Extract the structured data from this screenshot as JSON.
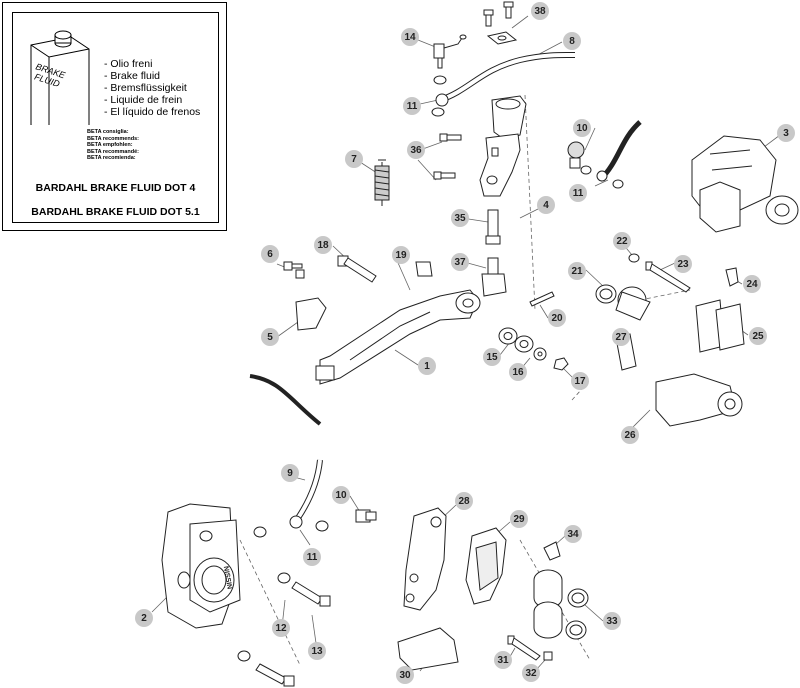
{
  "fluid_note": {
    "can_label_line1": "BRAKE",
    "can_label_line2": "FLUID",
    "languages": [
      "- Olio freni",
      "- Brake fluid",
      "- Bremsflüssigkeit",
      "- Liquide de frein",
      "- El líquido de frenos"
    ],
    "recommends": [
      "BETA consiglia:",
      "BETA recommends:",
      "BETA empfohlen:",
      "BETA recommandé:",
      "BETA recomienda:"
    ],
    "product_1": "BARDAHL BRAKE FLUID DOT 4",
    "product_2": "BARDAHL BRAKE FLUID DOT 5.1"
  },
  "caliper_brand": "NISSIN",
  "callouts": [
    {
      "id": "c1",
      "label": "1"
    },
    {
      "id": "c2",
      "label": "2"
    },
    {
      "id": "c3",
      "label": "3"
    },
    {
      "id": "c4",
      "label": "4"
    },
    {
      "id": "c5",
      "label": "5"
    },
    {
      "id": "c6",
      "label": "6"
    },
    {
      "id": "c7",
      "label": "7"
    },
    {
      "id": "c8",
      "label": "8"
    },
    {
      "id": "c9",
      "label": "9"
    },
    {
      "id": "c10a",
      "label": "10"
    },
    {
      "id": "c10b",
      "label": "10"
    },
    {
      "id": "c11a",
      "label": "11"
    },
    {
      "id": "c11b",
      "label": "11"
    },
    {
      "id": "c11c",
      "label": "11"
    },
    {
      "id": "c12",
      "label": "12"
    },
    {
      "id": "c13",
      "label": "13"
    },
    {
      "id": "c14",
      "label": "14"
    },
    {
      "id": "c15",
      "label": "15"
    },
    {
      "id": "c16",
      "label": "16"
    },
    {
      "id": "c17",
      "label": "17"
    },
    {
      "id": "c18",
      "label": "18"
    },
    {
      "id": "c19",
      "label": "19"
    },
    {
      "id": "c20",
      "label": "20"
    },
    {
      "id": "c21",
      "label": "21"
    },
    {
      "id": "c22",
      "label": "22"
    },
    {
      "id": "c23",
      "label": "23"
    },
    {
      "id": "c24",
      "label": "24"
    },
    {
      "id": "c25",
      "label": "25"
    },
    {
      "id": "c26",
      "label": "26"
    },
    {
      "id": "c27",
      "label": "27"
    },
    {
      "id": "c28",
      "label": "28"
    },
    {
      "id": "c29",
      "label": "29"
    },
    {
      "id": "c30",
      "label": "30"
    },
    {
      "id": "c31",
      "label": "31"
    },
    {
      "id": "c32",
      "label": "32"
    },
    {
      "id": "c33",
      "label": "33"
    },
    {
      "id": "c34",
      "label": "34"
    },
    {
      "id": "c35",
      "label": "35"
    },
    {
      "id": "c36",
      "label": "36"
    },
    {
      "id": "c37",
      "label": "37"
    },
    {
      "id": "c38",
      "label": "38"
    }
  ]
}
